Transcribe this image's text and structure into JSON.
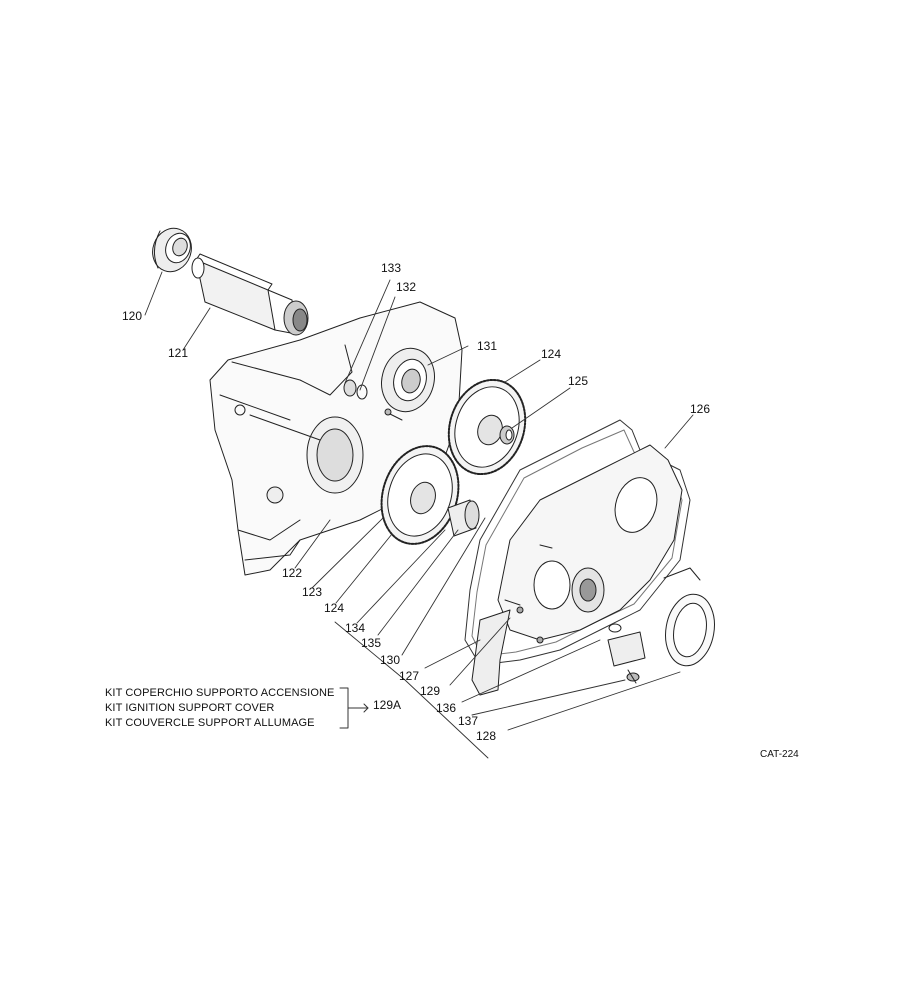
{
  "diagram": {
    "callouts": {
      "c120": "120",
      "c121": "121",
      "c122": "122",
      "c123": "123",
      "c124a": "124",
      "c124b": "124",
      "c125": "125",
      "c126": "126",
      "c127": "127",
      "c128": "128",
      "c129": "129",
      "c130": "130",
      "c131": "131",
      "c132": "132",
      "c133": "133",
      "c134": "134",
      "c135": "135",
      "c136": "136",
      "c137": "137"
    },
    "kit": {
      "line1": "KIT COPERCHIO SUPPORTO ACCENSIONE",
      "line2": "KIT IGNITION SUPPORT COVER",
      "line3": "KIT COUVERCLE SUPPORT ALLUMAGE",
      "ref": "129A"
    },
    "catalog_code": "CAT-224"
  }
}
